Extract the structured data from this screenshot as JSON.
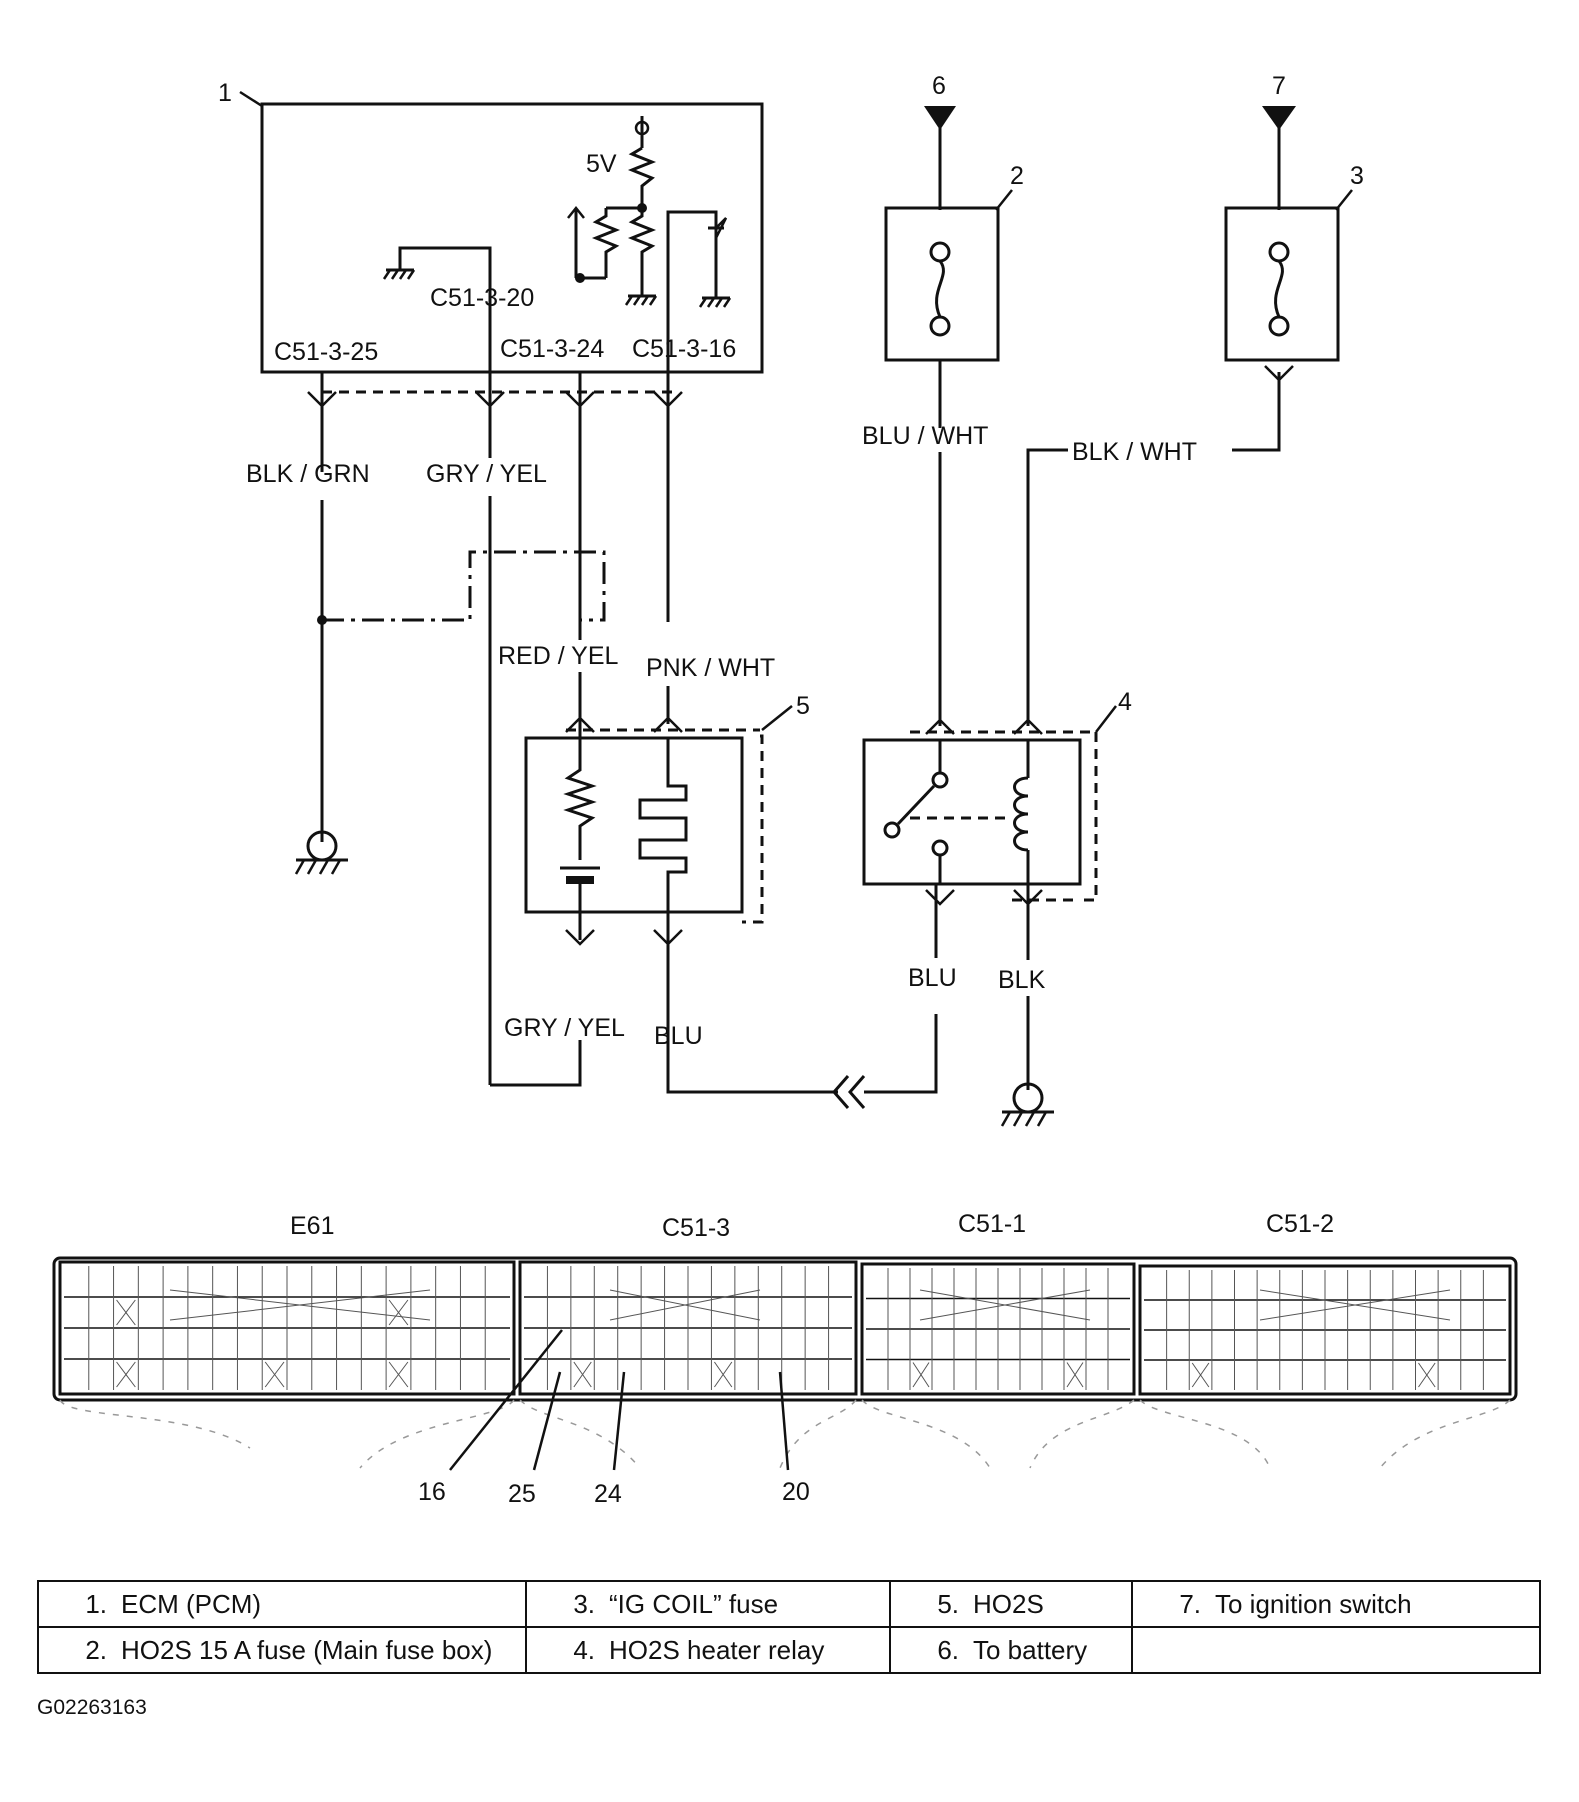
{
  "diagram": {
    "components": {
      "ecm_number": "1",
      "fuse_ho2s_number": "2",
      "fuse_igcoil_number": "3",
      "relay_number": "4",
      "sensor_number": "5",
      "battery_number": "6",
      "ignition_number": "7",
      "voltage_label": "5V"
    },
    "pins": {
      "p25": "C51-3-25",
      "p20": "C51-3-20",
      "p24": "C51-3-24",
      "p16": "C51-3-16"
    },
    "wires": {
      "blk_grn": "BLK / GRN",
      "gry_yel_top": "GRY / YEL",
      "red_yel": "RED / YEL",
      "pnk_wht": "PNK / WHT",
      "gry_yel_bottom": "GRY / YEL",
      "blu_sensor": "BLU",
      "blu_wht": "BLU / WHT",
      "blk_wht": "BLK / WHT",
      "blu_relay": "BLU",
      "blk_relay": "BLK"
    }
  },
  "connectors": {
    "names": [
      "E61",
      "C51-3",
      "C51-1",
      "C51-2"
    ],
    "pin_callouts": [
      "16",
      "25",
      "24",
      "20"
    ]
  },
  "legend": [
    [
      "1.",
      "ECM (PCM)"
    ],
    [
      "2.",
      "HO2S 15 A fuse (Main fuse box)"
    ],
    [
      "3.",
      "“IG COIL” fuse"
    ],
    [
      "4.",
      "HO2S heater relay"
    ],
    [
      "5.",
      "HO2S"
    ],
    [
      "6.",
      "To battery"
    ],
    [
      "7.",
      "To ignition switch"
    ]
  ],
  "figure_id": "G02263163"
}
